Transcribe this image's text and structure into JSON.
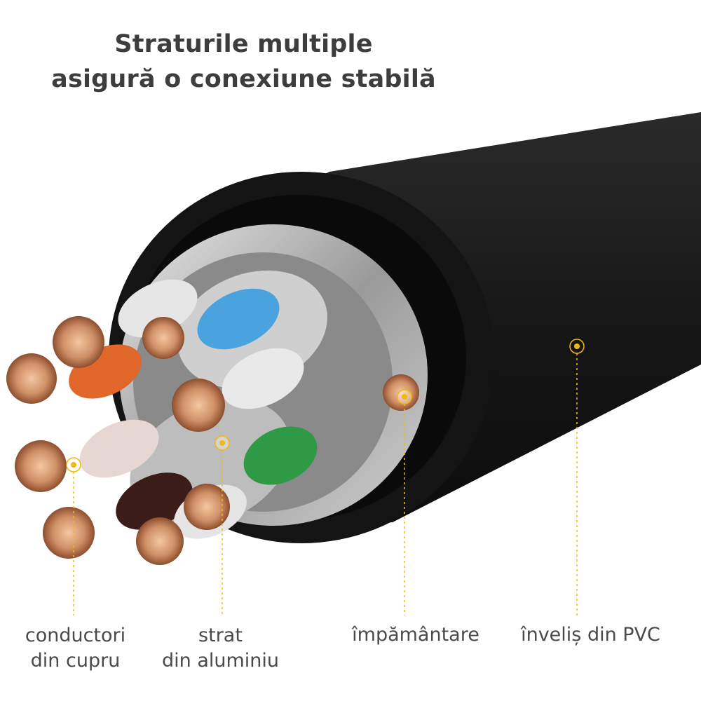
{
  "title": {
    "line1": "Straturile multiple",
    "line2": "asigură o conexiune stabilă"
  },
  "labels": {
    "copper": {
      "line1": "conductori",
      "line2": "din cupru"
    },
    "aluminum": {
      "line1": "strat",
      "line2": "din aluminiu"
    },
    "ground": {
      "line1": "împământare"
    },
    "pvc": {
      "line1": "înveliș din PVC"
    }
  },
  "colors": {
    "jacket": "#1b1b1b",
    "foil": "#b8b8b8",
    "copper": "#c98a5e",
    "marker": "#f2b90f",
    "text": "#4a4a4a"
  },
  "pairs": [
    "white",
    "blue",
    "orange",
    "white",
    "white",
    "brown",
    "green",
    "white"
  ]
}
